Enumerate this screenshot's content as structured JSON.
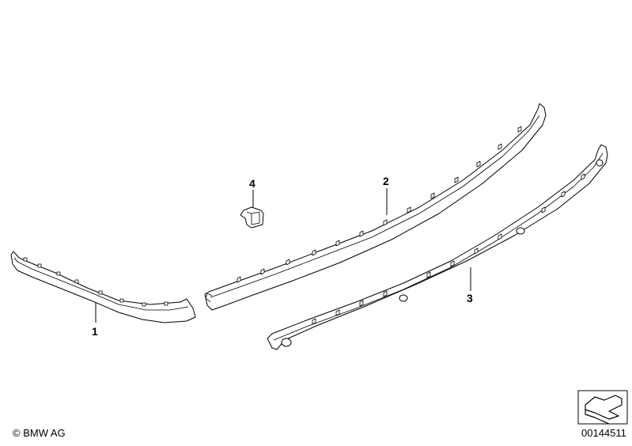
{
  "callouts": {
    "part1": "1",
    "part2": "2",
    "part3": "3",
    "part4": "4"
  },
  "footer": {
    "copyright": "© BMW AG",
    "diagram_number": "00144511"
  },
  "icons": {
    "direction_indicator": "arrow-bracket-icon"
  }
}
